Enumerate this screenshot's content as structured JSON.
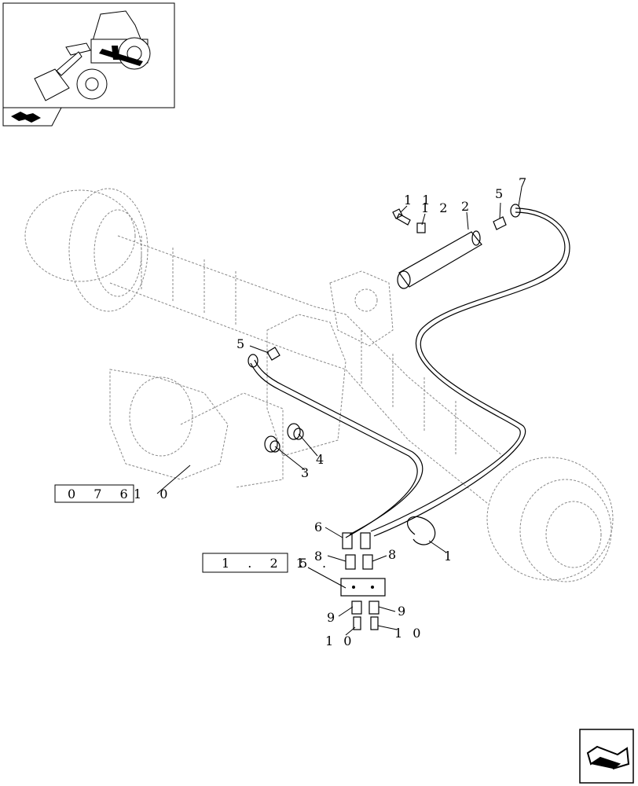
{
  "thumbnail": {
    "icon": "loader-thumbnail-icon",
    "nav_icon": "back-arrow-icon"
  },
  "corner_nav": {
    "icon": "next-page-arrow-icon"
  },
  "callouts": {
    "c11": "1 1",
    "c12": "1 2",
    "c2": "2",
    "c5a": "5",
    "c7": "7",
    "c5b": "5",
    "c3": "3",
    "c4": "4",
    "c6": "6",
    "c1": "1",
    "c8a": "8",
    "c8b": "8",
    "c9a": "9",
    "c9b": "9",
    "c10a": "1 0",
    "c10b": "1 0",
    "c5ref": "5"
  },
  "refs": {
    "r1": "0 7 6",
    "r1_suffix": "1 0",
    "r2": "1 . 2 1 ."
  }
}
